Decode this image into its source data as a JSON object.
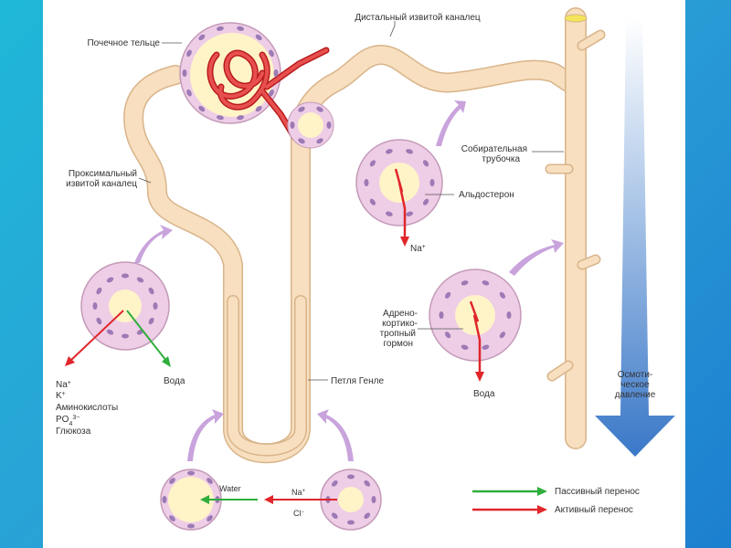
{
  "labels": {
    "renal_corpuscle": "Почечное тельце",
    "distal_tubule": "Дистальный извитой каналец",
    "proximal_tubule_l1": "Проксимальный",
    "proximal_tubule_l2": "извитой каналец",
    "collecting_duct_l1": "Собирательная",
    "collecting_duct_l2": "трубочка",
    "aldosterone": "Альдостерон",
    "na_plus": "Na",
    "acth_l1": "Адрено-",
    "acth_l2": "кортико-",
    "acth_l3": "тропный",
    "acth_l4": "гормон",
    "water_collecting": "Вода",
    "water_proximal": "Вода",
    "loop_henle": "Петля Генле",
    "osmotic_l1": "Осмоти-",
    "osmotic_l2": "ческое",
    "osmotic_l3": "давление",
    "reabs_na": "Na",
    "reabs_k": "K",
    "reabs_amino": "Аминокислоты",
    "reabs_po4": "PO",
    "reabs_glucose": "Глюкоза",
    "water_en": "Water",
    "loop_na": "Na",
    "loop_cl": "Cl",
    "legend_passive": "Пассивный перенос",
    "legend_active": "Активный перенос"
  },
  "colors": {
    "tubule": "#f7dfbf",
    "tubule_outline": "#d9b48a",
    "passive_arrow": "#2fae3c",
    "active_arrow": "#e0262b",
    "osmotic_arrow": "#3a78c8",
    "cell_nucleus": "#9b7ab5",
    "cell_ring": "#eecde6"
  }
}
